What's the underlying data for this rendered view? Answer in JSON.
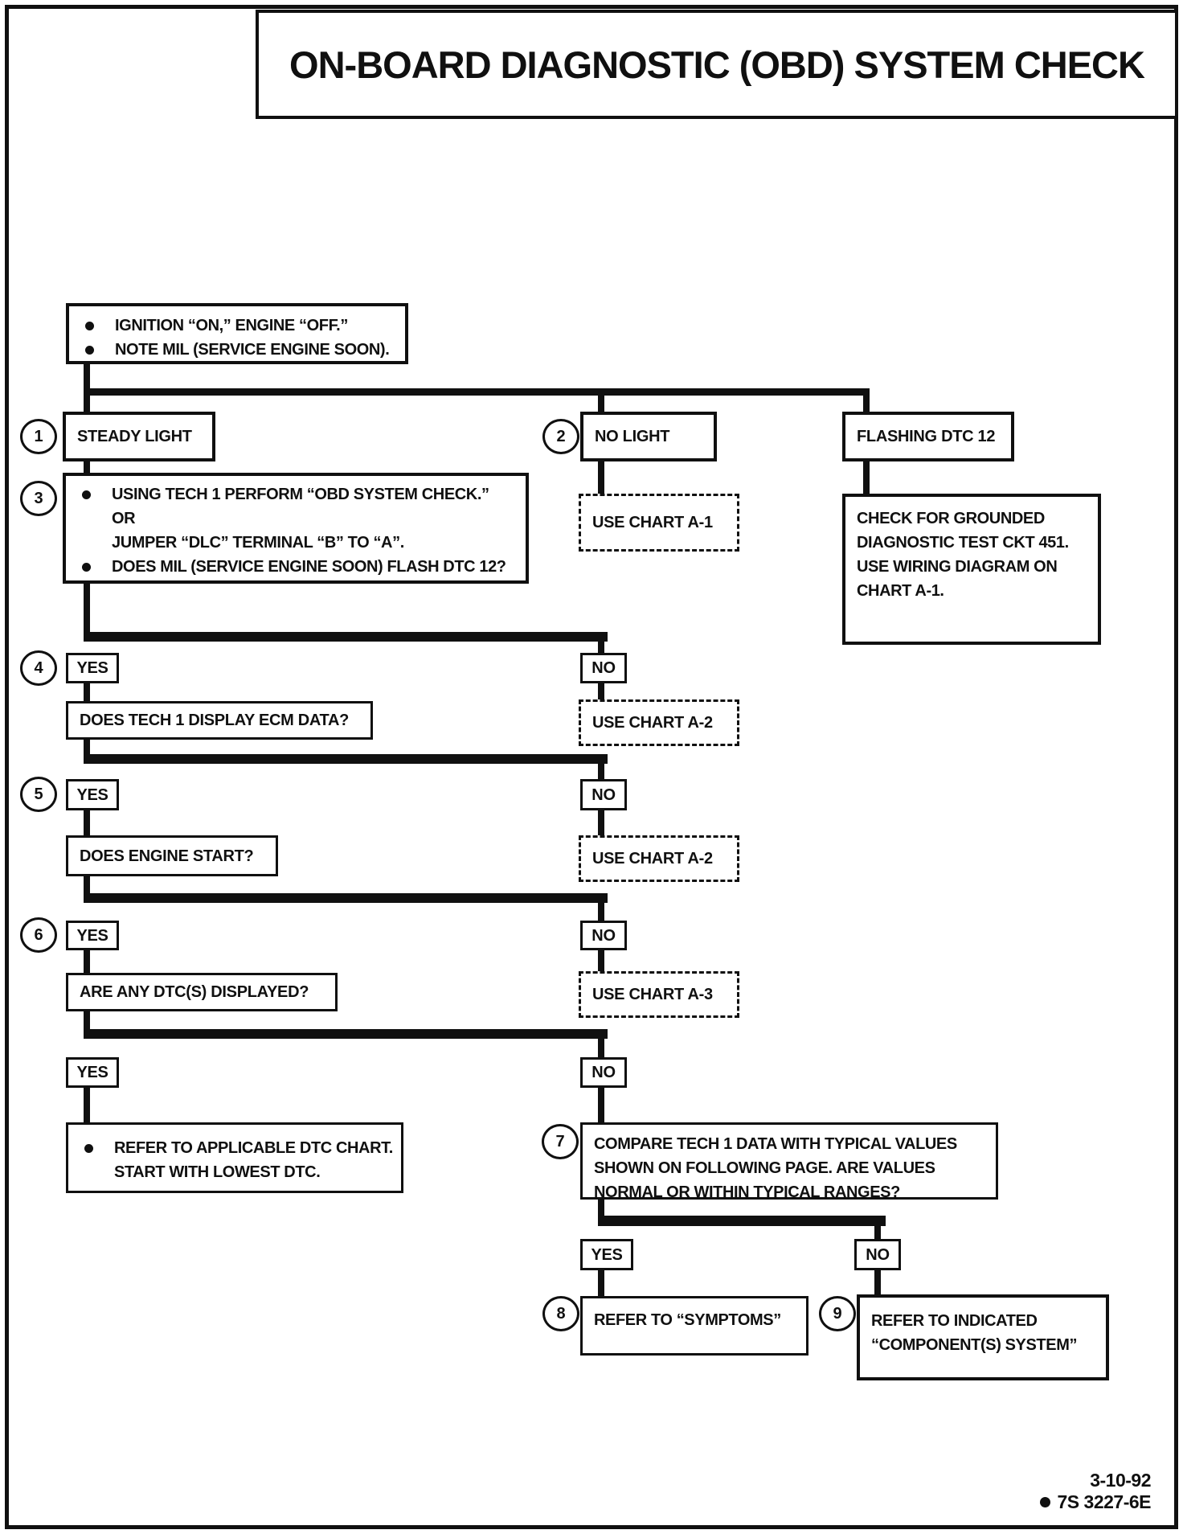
{
  "title": "ON-BOARD DIAGNOSTIC (OBD) SYSTEM CHECK",
  "colors": {
    "ink": "#101010",
    "paper": "#ffffff"
  },
  "start_box": {
    "bullet1": "IGNITION “ON,” ENGINE  “OFF.”",
    "bullet2": "NOTE MIL (SERVICE ENGINE SOON)."
  },
  "row1": {
    "step1_num": "1",
    "steady_light": "STEADY LIGHT",
    "step2_num": "2",
    "no_light": "NO LIGHT",
    "flashing_dtc": "FLASHING DTC 12"
  },
  "step3": {
    "num": "3",
    "line1": "USING TECH 1 PERFORM “OBD SYSTEM CHECK.”",
    "line2": "OR",
    "line3": "JUMPER “DLC” TERMINAL “B” TO “A”.",
    "line4": "DOES MIL (SERVICE ENGINE SOON) FLASH DTC 12?"
  },
  "chart_a1": "USE CHART A-1",
  "check_grounded": {
    "line1": "CHECK FOR GROUNDED",
    "line2": "DIAGNOSTIC TEST CKT 451.",
    "line3": "USE WIRING DIAGRAM ON",
    "line4": "CHART A-1."
  },
  "step4": {
    "num": "4",
    "yes": "YES",
    "no": "NO",
    "question": "DOES TECH 1 DISPLAY ECM DATA?",
    "no_chart": "USE CHART A-2"
  },
  "step5": {
    "num": "5",
    "yes": "YES",
    "no": "NO",
    "question": "DOES ENGINE START?",
    "no_chart": "USE CHART A-2"
  },
  "step6": {
    "num": "6",
    "yes": "YES",
    "no": "NO",
    "question": "ARE ANY DTC(S) DISPLAYED?",
    "no_chart": "USE CHART A-3"
  },
  "step7": {
    "num": "7",
    "yes": "YES",
    "no": "NO",
    "yes_action_line1": "REFER TO APPLICABLE DTC CHART.",
    "yes_action_line2": "START WITH LOWEST DTC.",
    "line1": "COMPARE TECH 1 DATA WITH TYPICAL VALUES",
    "line2": "SHOWN ON FOLLOWING PAGE.  ARE VALUES",
    "line3": "NORMAL OR WITHIN TYPICAL RANGES?"
  },
  "step8": {
    "num": "8",
    "yes": "YES",
    "label": "REFER TO “SYMPTOMS”"
  },
  "step9": {
    "num": "9",
    "no": "NO",
    "line1": "REFER TO INDICATED",
    "line2": "“COMPONENT(S) SYSTEM”"
  },
  "footer": {
    "date": "3-10-92",
    "doc_number": "7S 3227-6E"
  }
}
